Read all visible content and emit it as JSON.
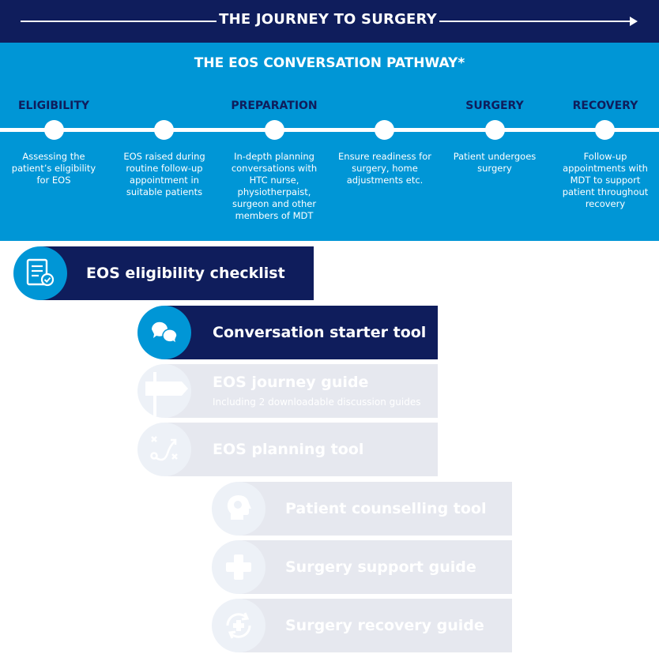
{
  "banner": {
    "title": "THE JOURNEY TO SURGERY"
  },
  "pathway": {
    "title": "THE EOS CONVERSATION PATHWAY*",
    "stages": [
      "ELIGIBILITY",
      "PREPARATION",
      "SURGERY",
      "RECOVERY"
    ],
    "steps": [
      "Assessing the patient’s eligibility for EOS",
      "EOS raised during routine follow-up appointment in suitable patients",
      "In-depth planning conversations with HTC nurse, physiotherpaist, surgeon and other members of MDT",
      "Ensure readiness for surgery, home adjustments etc.",
      "Patient undergoes surgery",
      "Follow-up appointments with MDT to support patient throughout recovery"
    ]
  },
  "tools": [
    {
      "label": "EOS eligibility checklist",
      "sublabel": "",
      "icon": "checklist-icon",
      "state": "active"
    },
    {
      "label": "Conversation starter tool",
      "sublabel": "",
      "icon": "speech-bubbles-icon",
      "state": "active"
    },
    {
      "label": "EOS journey guide",
      "sublabel": "Including 2 downloadable discussion guides",
      "icon": "signpost-icon",
      "state": "faded"
    },
    {
      "label": "EOS planning tool",
      "sublabel": "",
      "icon": "strategy-icon",
      "state": "faded"
    },
    {
      "label": "Patient counselling tool",
      "sublabel": "",
      "icon": "head-icon",
      "state": "faded"
    },
    {
      "label": "Surgery support guide",
      "sublabel": "",
      "icon": "cross-icon",
      "state": "faded"
    },
    {
      "label": "Surgery recovery guide",
      "sublabel": "",
      "icon": "recovery-icon",
      "state": "faded"
    }
  ],
  "colors": {
    "navy": "#0f1d5c",
    "blue": "#0096d6",
    "faded": "#e6e8ef"
  }
}
